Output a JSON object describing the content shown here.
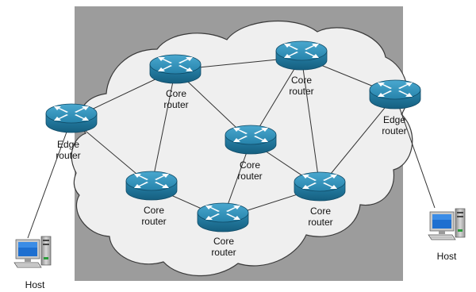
{
  "colors": {
    "backdrop": "#9c9c9c",
    "cloud_fill": "#efefef",
    "cloud_stroke": "#3a3a3a",
    "link": "#333333",
    "router_top": "#2c8fb6",
    "router_side": "#1a6f94",
    "router_arrow": "#ffffff"
  },
  "routers": [
    {
      "id": "r-edge-left",
      "kind": "edge",
      "label_line1": "Edge",
      "label_line2": "router"
    },
    {
      "id": "r-core-top",
      "kind": "core",
      "label_line1": "Core",
      "label_line2": "router"
    },
    {
      "id": "r-core-topright",
      "kind": "core",
      "label_line1": "Core",
      "label_line2": "router"
    },
    {
      "id": "r-core-center",
      "kind": "core",
      "label_line1": "Core",
      "label_line2": "router"
    },
    {
      "id": "r-core-left",
      "kind": "core",
      "label_line1": "Core",
      "label_line2": "router"
    },
    {
      "id": "r-core-bottom",
      "kind": "core",
      "label_line1": "Core",
      "label_line2": "router"
    },
    {
      "id": "r-core-right",
      "kind": "core",
      "label_line1": "Core",
      "label_line2": "router"
    },
    {
      "id": "r-edge-right",
      "kind": "edge",
      "label_line1": "Edge",
      "label_line2": "router"
    }
  ],
  "hosts": [
    {
      "id": "host-left",
      "label": "Host"
    },
    {
      "id": "host-right",
      "label": "Host"
    }
  ],
  "links": [
    [
      "host-left",
      "r-edge-left"
    ],
    [
      "r-edge-left",
      "r-core-top"
    ],
    [
      "r-edge-left",
      "r-core-left"
    ],
    [
      "r-core-top",
      "r-core-topright"
    ],
    [
      "r-core-top",
      "r-core-left"
    ],
    [
      "r-core-top",
      "r-core-center"
    ],
    [
      "r-core-topright",
      "r-edge-right"
    ],
    [
      "r-core-topright",
      "r-core-center"
    ],
    [
      "r-core-topright",
      "r-core-right"
    ],
    [
      "r-core-center",
      "r-core-bottom"
    ],
    [
      "r-core-center",
      "r-core-right"
    ],
    [
      "r-core-left",
      "r-core-bottom"
    ],
    [
      "r-core-bottom",
      "r-core-right"
    ],
    [
      "r-core-right",
      "r-edge-right"
    ],
    [
      "r-edge-right",
      "host-right"
    ]
  ]
}
